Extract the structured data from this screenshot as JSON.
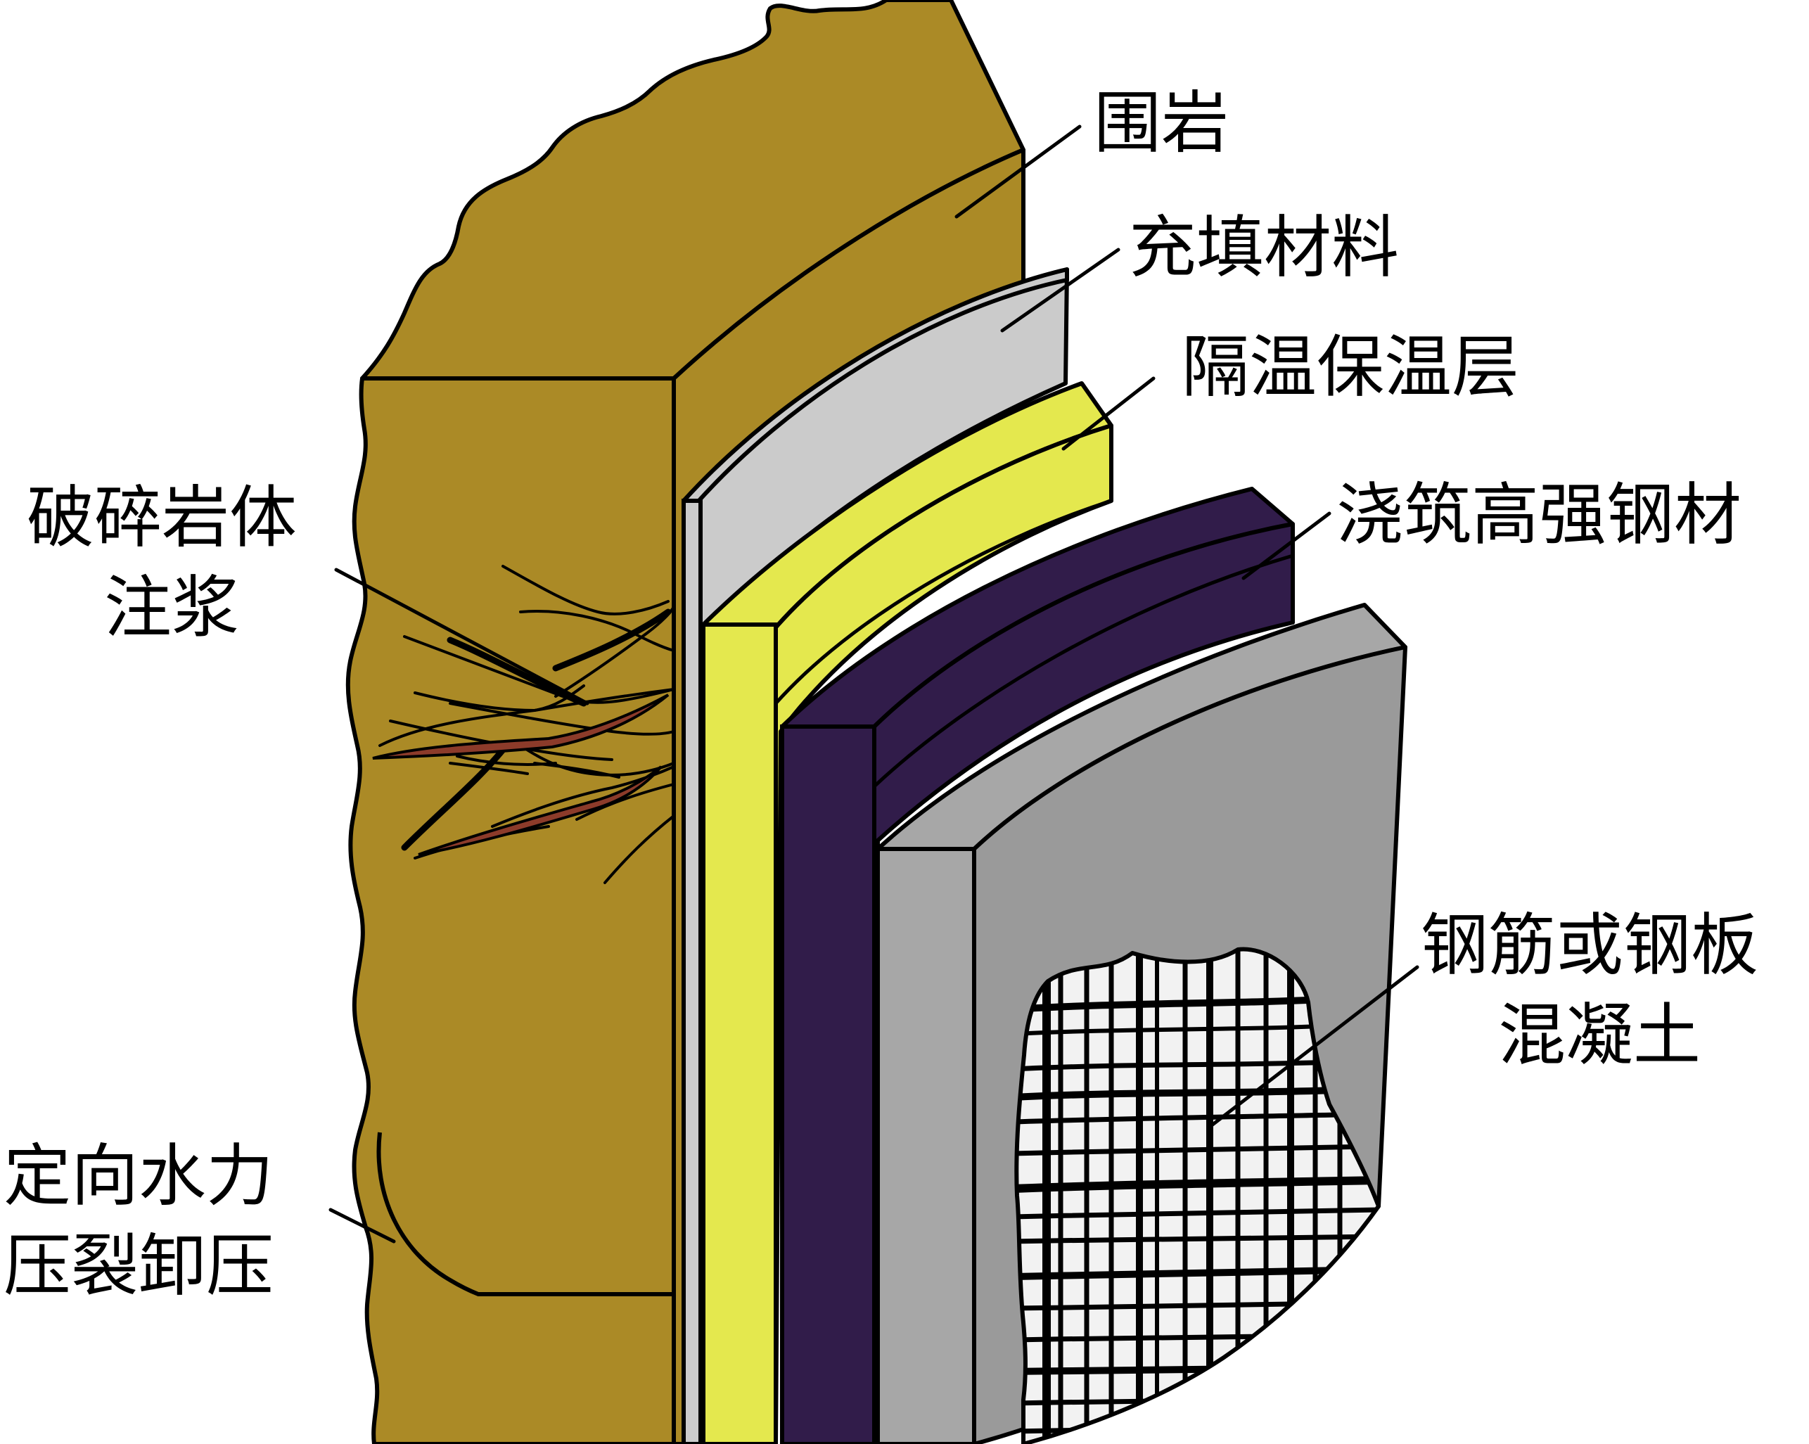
{
  "labels": {
    "surrounding_rock": "围岩",
    "filling_material": "充填材料",
    "insulation_layer": "隔温保温层",
    "high_strength_steel": "浇筑高强钢材",
    "rebar_concrete": [
      "钢筋或钢板",
      "混凝土"
    ],
    "broken_rock_grouting": [
      "破碎岩体",
      "注浆"
    ],
    "hydraulic_fracturing": [
      "定向水力",
      "压裂卸压"
    ]
  },
  "colors": {
    "rock": "#ab8a26",
    "filling": "#cbcbcb",
    "insulation": "#e4e84e",
    "steel": "#311c4a",
    "concrete_side": "#9a9a9a",
    "concrete_face": "#a7a7a7",
    "mesh_background": "#f2f2f2",
    "grout": "#8c3b2a",
    "outline": "#000000"
  }
}
